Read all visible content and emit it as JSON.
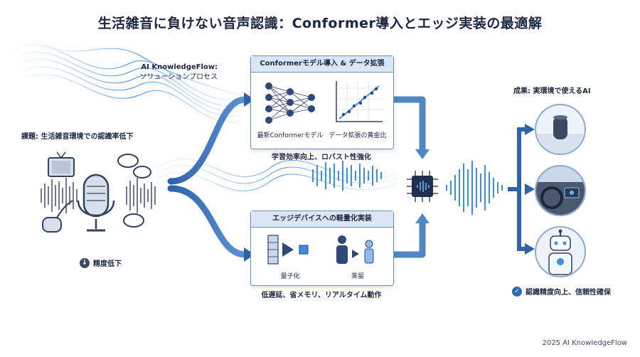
{
  "title": "生活雑音に負けない音声認識：Conformer導入とエッジ実装の最適解",
  "flow_label": {
    "line1": "AI KnowledgeFlow:",
    "line2": "ソリューションプロセス"
  },
  "problem": {
    "label": "課題: 生活雑音環境での認識率低下",
    "result": "精度低下"
  },
  "top_panel": {
    "header": "Conformerモデル導入 & データ拡張",
    "caption_left": "最新Conformerモデル",
    "caption_right": "データ拡張の黄金比",
    "summary": "学習効率向上、ロバスト性強化"
  },
  "bottom_panel": {
    "header": "エッジデバイスへの軽量化実装",
    "caption_left": "量子化",
    "caption_right": "蒸留",
    "summary": "低遅延、省メモリ、リアルタイム動作"
  },
  "outcome": {
    "label": "成果: 実環境で使えるAI",
    "result": "認識精度向上、信頼性確保"
  },
  "footer": "2025 AI KnowledgeFlow",
  "colors": {
    "accent": "#2f6db5",
    "panel_border": "#6f8fb5",
    "panel_head": "#d9e6f5",
    "wave": "#3a8ee6"
  }
}
